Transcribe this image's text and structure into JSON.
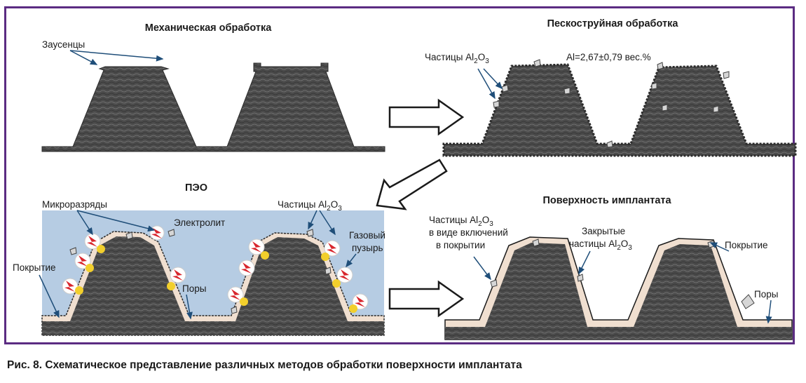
{
  "titles": {
    "mechanical": "Механическая обработка",
    "sandblast": "Пескоструйная обработка",
    "peo": "ПЭО",
    "implant": "Поверхность имплантата"
  },
  "labels": {
    "burrs": "Заусенцы",
    "particles_prefix": "Частицы Al",
    "sub2": "2",
    "O": "O",
    "sub3": "3",
    "al_content": "Al=2,67±0,79 вес.%",
    "microdischarges": "Микроразряды",
    "electrolyte": "Электролит",
    "gas_bubble_1": "Газовый",
    "gas_bubble_2": "пузырь",
    "coating": "Покрытие",
    "pores": "Поры",
    "inclusions_1": "Частицы Al",
    "inclusions_2": "в виде включений",
    "inclusions_3": "в покрытии",
    "closed_1": "Закрытые",
    "closed_2": "частицы Al"
  },
  "caption": "Рис. 8. Схематическое представление различных методов обработки поверхности имплантата",
  "colors": {
    "frame": "#5b2c82",
    "metal": "#4d4d4d",
    "electrolyte": "#b6cce3",
    "coating": "#f0dfd0",
    "discharge_red": "#d8262d",
    "discharge_glow": "#f2cf2c",
    "arrow": "#1f4e79"
  }
}
